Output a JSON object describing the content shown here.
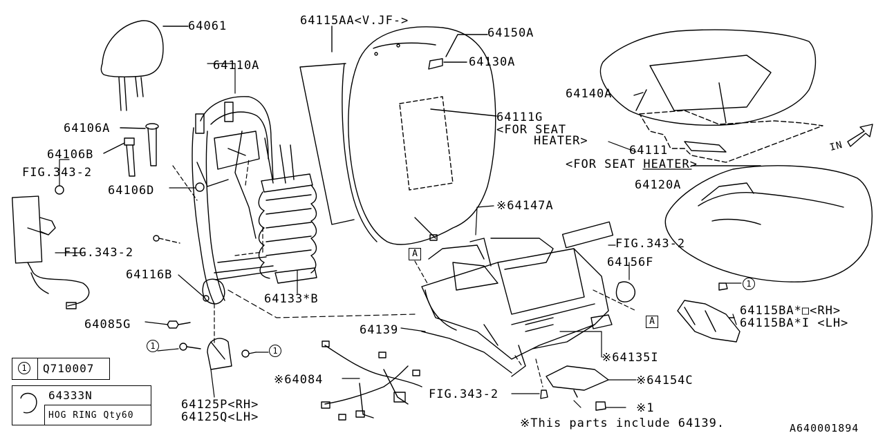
{
  "labels": {
    "headrest": "64061",
    "back_cover": "64115AA<V.JF->",
    "cover_clip": "64150A",
    "hog_ring_a": "64130A",
    "back_frame": "64110A",
    "heater_back_part": "64111G",
    "heater_back_note1": "<FOR SEAT",
    "heater_back_note2": "HEATER>",
    "cushion_cover": "64140A",
    "headrest_guide_a": "64106A",
    "headrest_guide_b": "64106B",
    "fig_343_2_top": "FIG.343-2",
    "headrest_guide_d": "64106D",
    "heater_cushion_part": "64111",
    "heater_cushion_note": "<FOR SEAT HEATER>",
    "cushion_pad": "64120A",
    "frame_assy_147": "※64147A",
    "fig_343_2_mid": "FIG.343-2",
    "fig_343_2_right": "FIG.343-2",
    "lifter_cover": "64156F",
    "bolt_116": "64116B",
    "spring_133": "64133*B",
    "cover_rh": "64115BA*□<RH>",
    "cover_lh": "64115BA*I <LH>",
    "bolt_085": "64085G",
    "cushion_frame": "64139",
    "cover_135": "※64135I",
    "harness": "※64084",
    "cover_154": "※64154C",
    "fig_343_2_bottom": "FIG.343-2",
    "recliner_rh": "64125P<RH>",
    "recliner_lh": "64125Q<LH>",
    "note": "※This parts include 64139.",
    "diagram_id": "A640001894",
    "in_arrow": "IN",
    "ref_a": "A",
    "circle_1": "1",
    "circle_note": "※1"
  },
  "legend": {
    "part_num": "Q710007",
    "circle_num": "1",
    "hog_ring_num": "64333N",
    "hog_ring_desc": "HOG RING Qty60"
  }
}
